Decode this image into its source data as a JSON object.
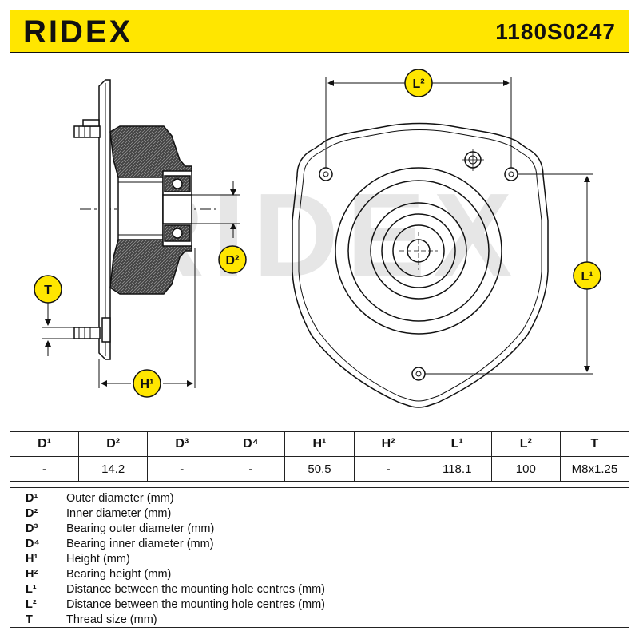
{
  "header": {
    "brand": "RIDEX",
    "part_number": "1180S0247",
    "accent_color": "#ffe600"
  },
  "diagram": {
    "watermark": "RIDEX",
    "badges": {
      "d2": "D²",
      "h1": "H¹",
      "t": "T",
      "l1": "L¹",
      "l2": "L²"
    }
  },
  "specs": {
    "headers": [
      "D¹",
      "D²",
      "D³",
      "D⁴",
      "H¹",
      "H²",
      "L¹",
      "L²",
      "T"
    ],
    "values": [
      "-",
      "14.2",
      "-",
      "-",
      "50.5",
      "-",
      "118.1",
      "100",
      "M8x1.25"
    ]
  },
  "legend": [
    {
      "symbol": "D¹",
      "description": "Outer diameter (mm)"
    },
    {
      "symbol": "D²",
      "description": "Inner diameter (mm)"
    },
    {
      "symbol": "D³",
      "description": "Bearing outer diameter (mm)"
    },
    {
      "symbol": "D⁴",
      "description": "Bearing inner diameter (mm)"
    },
    {
      "symbol": "H¹",
      "description": "Height (mm)"
    },
    {
      "symbol": "H²",
      "description": "Bearing height (mm)"
    },
    {
      "symbol": "L¹",
      "description": "Distance between the mounting hole centres (mm)"
    },
    {
      "symbol": "L²",
      "description": "Distance between the mounting hole centres (mm)"
    },
    {
      "symbol": "T",
      "description": "Thread size (mm)"
    }
  ]
}
